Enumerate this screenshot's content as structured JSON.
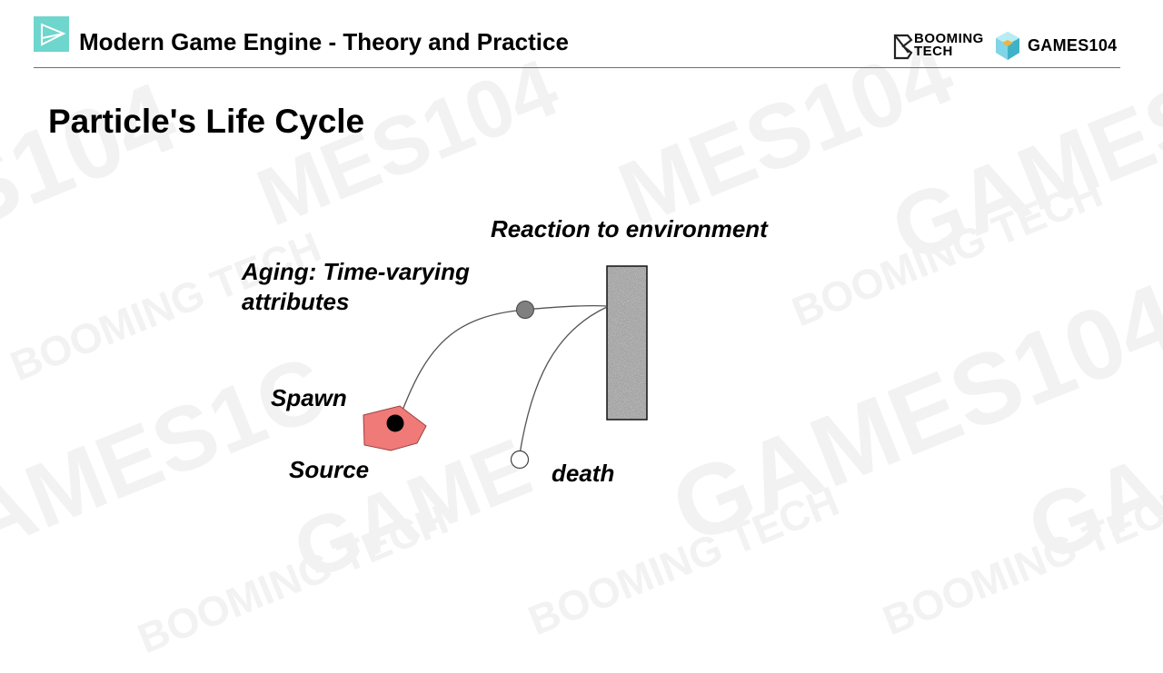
{
  "header": {
    "title": "Modern Game Engine - Theory and Practice",
    "logos": {
      "booming_tech": "BOOMING\nTECH",
      "games104": "GAMES104"
    }
  },
  "slide": {
    "title": "Particle's Life Cycle"
  },
  "diagram": {
    "labels": {
      "reaction": "Reaction to environment",
      "aging_line1": "Aging: Time-varying",
      "aging_line2": "attributes",
      "spawn": "Spawn",
      "source": "Source",
      "death": "death"
    }
  },
  "colors": {
    "accent": "#6ed6cc",
    "source_fill": "#f07a78",
    "divider": "#6f6f6f",
    "particle_aging": "#808080",
    "wall": "#9a9a9a"
  },
  "icons": {
    "header": "play-icon",
    "wall": "noise-texture",
    "games_logo": "cube-icon"
  }
}
